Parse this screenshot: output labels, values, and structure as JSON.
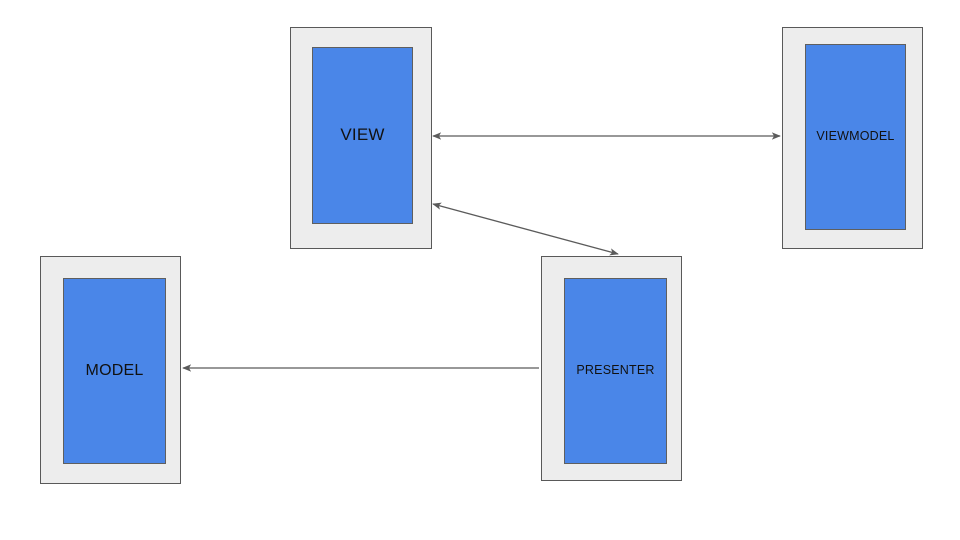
{
  "diagram": {
    "title": "MVP / MVVM architecture diagram",
    "background_color": "#ffffff",
    "node_fill_outer": "#ededed",
    "node_fill_inner": "#4a86e8",
    "node_border_color": "#595959",
    "edge_color": "#5b5b5b",
    "nodes": [
      {
        "id": "view",
        "label": "VIEW"
      },
      {
        "id": "viewmodel",
        "label": "VIEWMODEL"
      },
      {
        "id": "model",
        "label": "MODEL"
      },
      {
        "id": "presenter",
        "label": "PRESENTER"
      }
    ],
    "edges": [
      {
        "id": "view-viewmodel",
        "from": "VIEW",
        "to": "VIEWMODEL",
        "direction": "bidirectional"
      },
      {
        "id": "view-presenter",
        "from": "VIEW",
        "to": "PRESENTER",
        "direction": "bidirectional"
      },
      {
        "id": "presenter-model",
        "from": "PRESENTER",
        "to": "MODEL",
        "direction": "unidirectional"
      }
    ]
  }
}
